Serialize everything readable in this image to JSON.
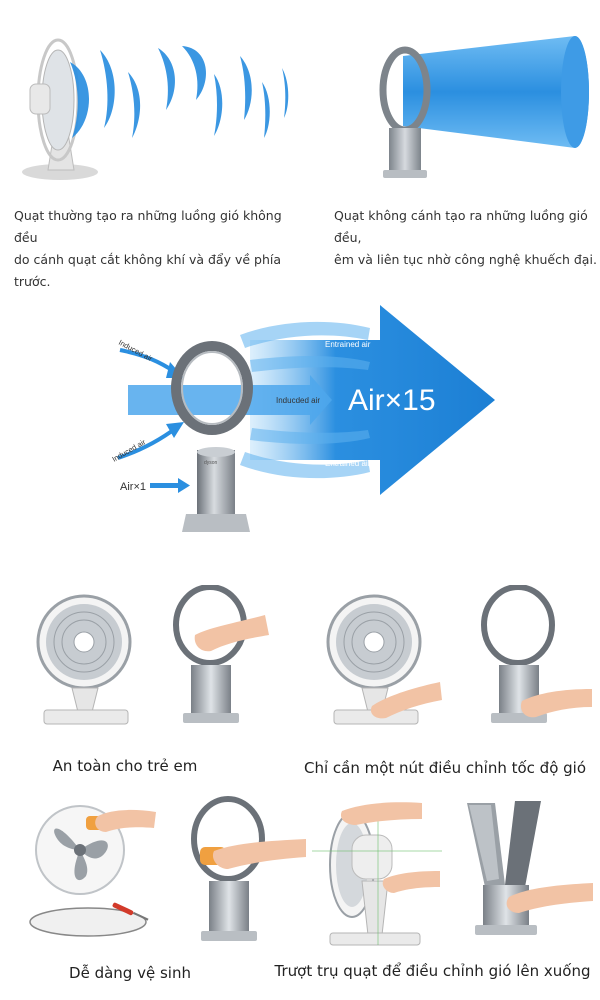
{
  "colors": {
    "air_blue": "#2b8fe0",
    "air_light": "#6fbcf3",
    "metal": "#a9afb6",
    "metal_dark": "#6b7178",
    "fan_white": "#eeeeee"
  },
  "top": {
    "left_caption_line1": "Quạt thường tạo ra những luồng gió không đều",
    "left_caption_line2": "do cánh quạt cắt không khí và đẩy về phía trước.",
    "right_caption_line1": "Quạt không cánh tạo ra những luồng gió đều,",
    "right_caption_line2": "êm và liên tục nhờ công nghệ khuếch đại."
  },
  "diagram": {
    "induced_top": "Induced air",
    "induced_bottom": "Induced air",
    "induced_center": "Inducded air",
    "entrained_top": "Entrained air",
    "entrained_bottom": "Entrained air",
    "air_in": "Air×1",
    "air_out": "Air×15"
  },
  "features": {
    "safety": "An toàn cho trẻ em",
    "one_button": "Chỉ cần một nút điều chỉnh tốc độ gió",
    "easy_clean": "Dễ dàng vệ sinh",
    "tilt": "Trượt trụ quạt để điều chỉnh gió lên xuống"
  },
  "icons": [
    "desk-fan-icon",
    "bladeless-fan-icon",
    "hand-icon",
    "screwdriver-icon",
    "cloth-icon"
  ]
}
